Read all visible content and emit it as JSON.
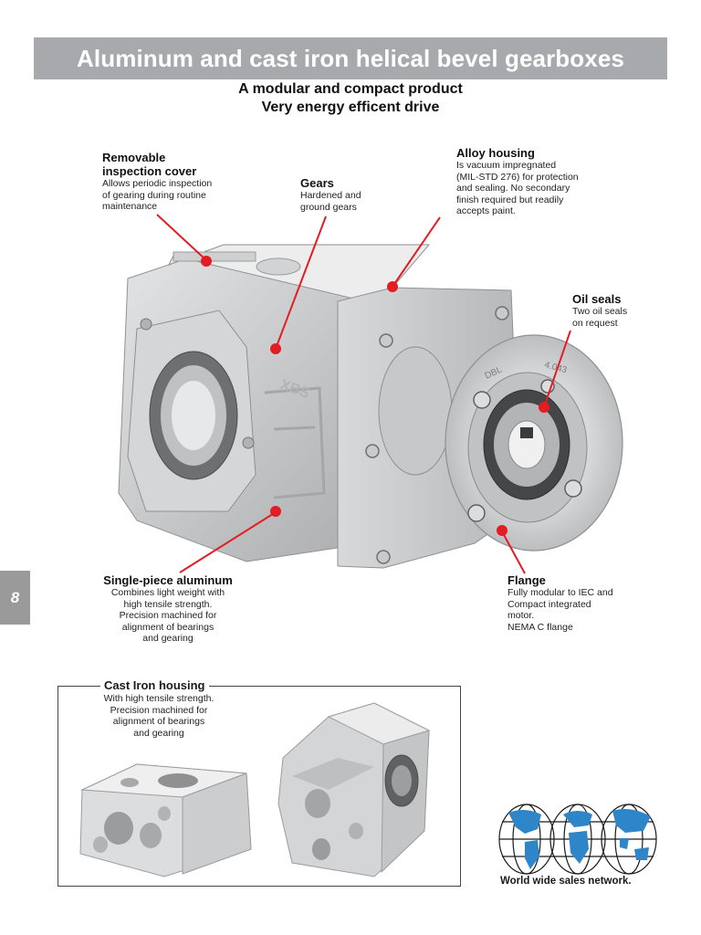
{
  "header": {
    "title": "Aluminum and cast iron helical bevel gearboxes",
    "subtitle_1": "A modular and compact product",
    "subtitle_2": "Very energy efficent drive"
  },
  "callouts": {
    "inspection_cover": {
      "title_1": "Removable",
      "title_2": "inspection cover",
      "desc": [
        "Allows periodic inspection",
        "of gearing during routine",
        "maintenance"
      ]
    },
    "gears": {
      "title": "Gears",
      "desc": [
        "Hardened and",
        "ground gears"
      ]
    },
    "alloy_housing": {
      "title": "Alloy housing",
      "desc": [
        "Is vacuum impregnated",
        "(MIL-STD 276) for protection",
        "and sealing. No secondary",
        "finish required but readily",
        "accepts paint."
      ]
    },
    "oil_seals": {
      "title": "Oil seals",
      "desc": [
        "Two oil seals",
        "on request"
      ]
    },
    "single_piece": {
      "title": "Single-piece aluminum",
      "desc": [
        "Combines light weight with",
        "high tensile strength.",
        "Precision machined for",
        "alignment of  bearings",
        "and gearing"
      ]
    },
    "flange": {
      "title": "Flange",
      "desc": [
        "Fully modular to IEC and",
        "Compact integrated",
        "motor.",
        "NEMA C flange"
      ]
    }
  },
  "cast_iron": {
    "title": "Cast Iron housing",
    "desc": [
      "With high tensile strength.",
      "Precision machined for",
      "alignment of  bearings",
      "and gearing"
    ]
  },
  "page_number": "8",
  "footer": {
    "globe_caption": "World wide sales network."
  },
  "product_markings": {
    "housing_text": "XBS",
    "flange_text_1": "4.043",
    "flange_text_2": "DBL"
  },
  "colors": {
    "title_bar": "#a7a9ac",
    "callout_red": "#e31d24",
    "globe_blue": "#2e86c9",
    "side_tab": "#9a9a9a"
  }
}
